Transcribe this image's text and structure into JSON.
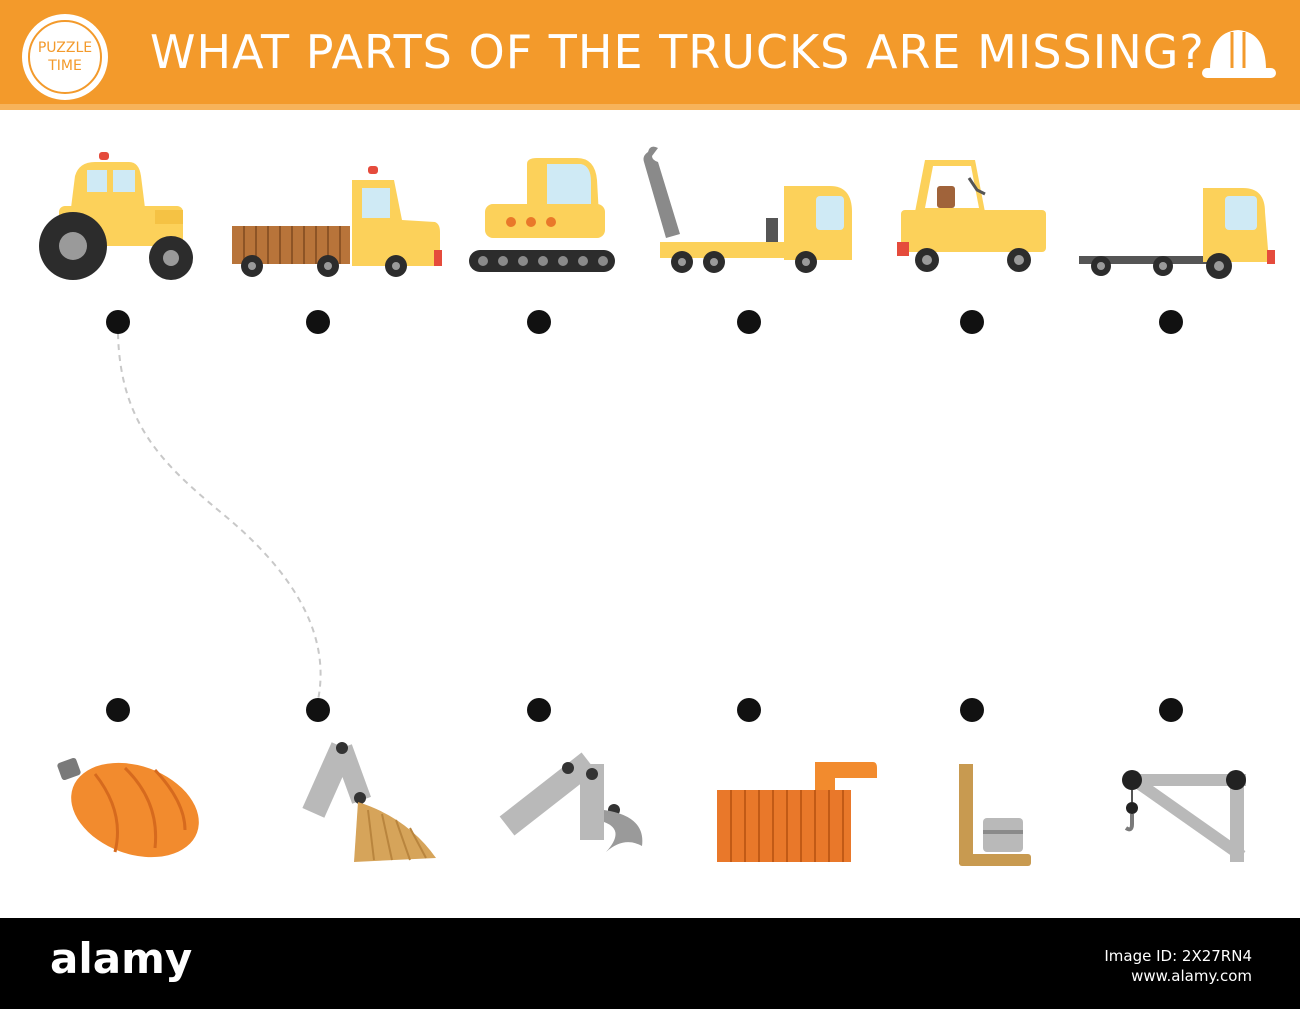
{
  "header": {
    "title": "WHAT PARTS OF THE TRUCKS ARE MISSING?",
    "badge_line1": "PUZZLE",
    "badge_line2": "TIME",
    "hat_icon": "hard-hat-icon"
  },
  "colors": {
    "header_orange": "#f39a2b",
    "vehicle_yellow": "#fcd15a",
    "part_orange": "#e9782a",
    "part_gray": "#b9b9b9",
    "dot_black": "#111111"
  },
  "vehicles": [
    {
      "name": "tractor",
      "icon": "tractor-icon"
    },
    {
      "name": "dump-truck",
      "icon": "dump-truck-icon"
    },
    {
      "name": "excavator",
      "icon": "excavator-icon"
    },
    {
      "name": "tow-truck",
      "icon": "tow-truck-icon"
    },
    {
      "name": "forklift",
      "icon": "forklift-icon"
    },
    {
      "name": "crane-truck",
      "icon": "crane-truck-icon"
    }
  ],
  "parts": [
    {
      "name": "mixer-drum",
      "icon": "mixer-drum-icon"
    },
    {
      "name": "loader-bucket",
      "icon": "loader-bucket-icon"
    },
    {
      "name": "excavator-arm",
      "icon": "excavator-arm-icon"
    },
    {
      "name": "dump-body",
      "icon": "dump-body-icon"
    },
    {
      "name": "fork-lift",
      "icon": "fork-icon"
    },
    {
      "name": "crane-boom",
      "icon": "crane-boom-icon"
    }
  ],
  "watermark": {
    "logo": "alamy",
    "line1": "Image ID: 2X27RN4",
    "line2": "www.alamy.com"
  }
}
